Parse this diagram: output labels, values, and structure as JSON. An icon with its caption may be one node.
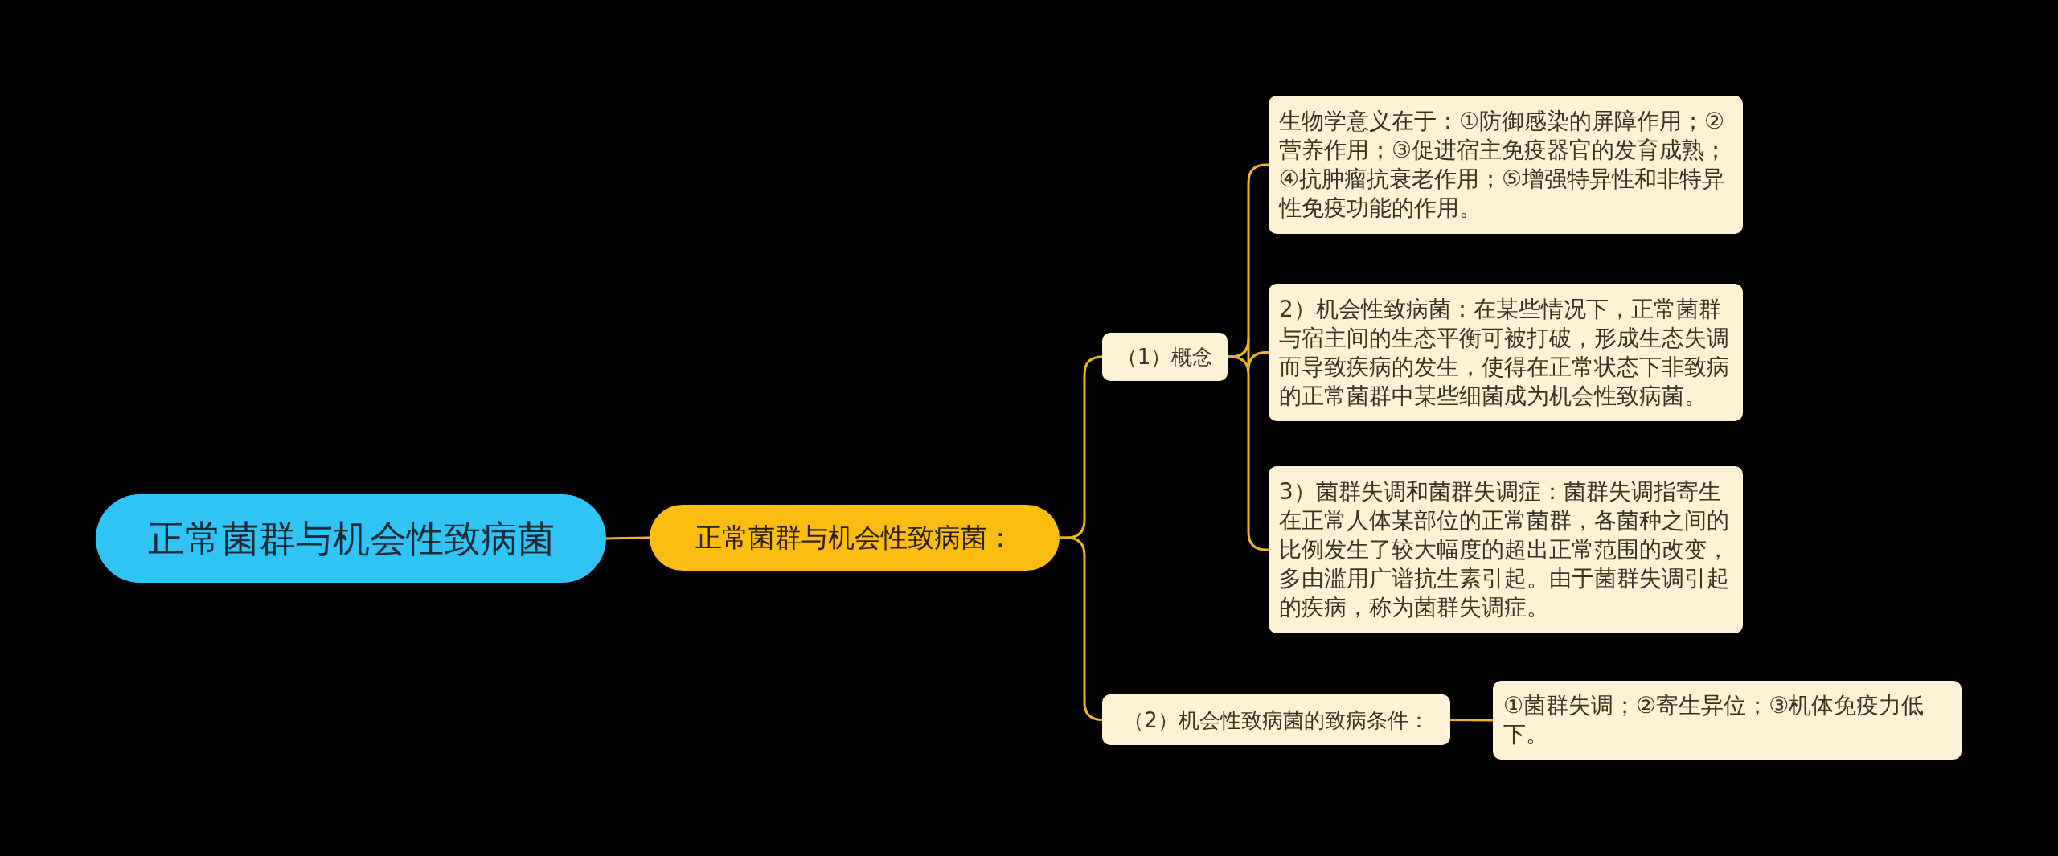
{
  "diagram": {
    "nodes": [
      {
        "text": [
          "正常菌群与机会性致病菌"
        ]
      },
      {
        "text": [
          "正常菌群与机会性致病菌："
        ]
      },
      {
        "text": [
          "（1）概念"
        ]
      },
      {
        "text": [
          "生物学意义在于：①防御感染的屏障作用；②营养作用；③促进宿主免疫器官的发育成熟；④抗肿瘤抗衰老作用；⑤增强特异性和非特异性免疫功能的作用。"
        ]
      },
      {
        "text": [
          "2）机会性致病菌：在某些情况下，正常菌群与宿主间的生态平衡可被打破，形成生态失调而导致疾病的发生，使得在正常状态下非致病的正常菌群中某些细菌成为机会性致病菌。"
        ]
      },
      {
        "text": [
          "3）菌群失调和菌群失调症：菌群失调指寄生在正常人体某部位的正常菌群，各菌种之间的比例发生了较大幅度的超出正常范围的改变，多由滥用广谱抗生素引起。由于菌群失调引起的疾病，称为菌群失调症。"
        ]
      },
      {
        "text": [
          "（2）机会性致病菌的致病条件："
        ]
      },
      {
        "text": [
          "①菌群失调；②寄生异位；③机体免疫力低下。"
        ]
      }
    ],
    "edges": [
      {
        "from": 0,
        "to": 1,
        "arrow": "none"
      },
      {
        "from": 1,
        "to": 2,
        "arrow": "none"
      },
      {
        "from": 1,
        "to": 6,
        "arrow": "none"
      },
      {
        "from": 2,
        "to": 3,
        "arrow": "none"
      },
      {
        "from": 2,
        "to": 4,
        "arrow": "none"
      },
      {
        "from": 2,
        "to": 5,
        "arrow": "none"
      },
      {
        "from": 6,
        "to": 7,
        "arrow": "none"
      }
    ]
  }
}
